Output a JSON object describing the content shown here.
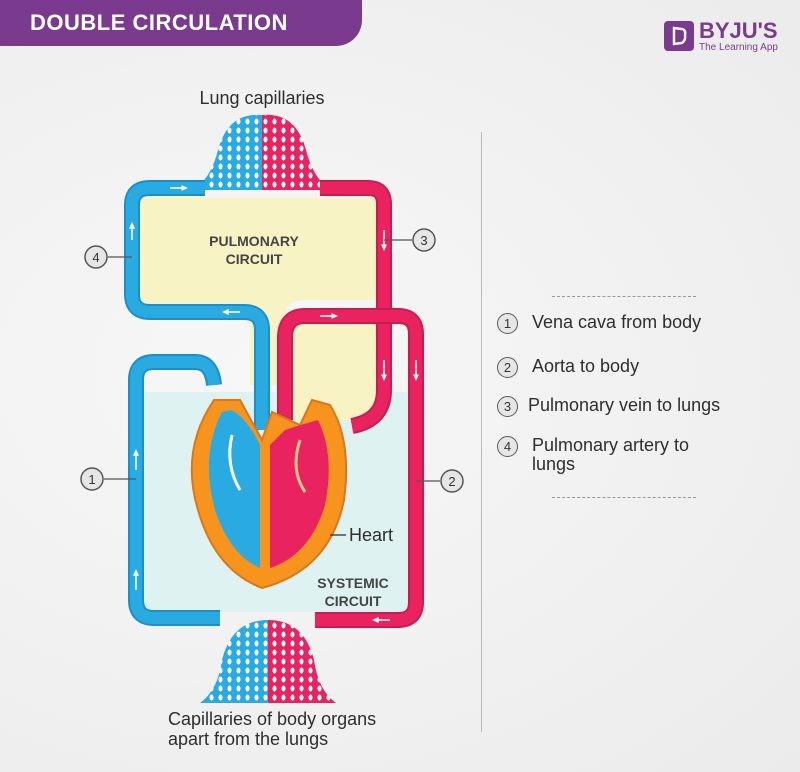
{
  "title": "DOUBLE CIRCULATION",
  "brand": {
    "name": "BYJU'S",
    "tagline": "The Learning App",
    "color": "#7a3b8f"
  },
  "colors": {
    "deoxygenated": "#29abe2",
    "oxygenated": "#e8235f",
    "pulmonary_region": "#f8f3c5",
    "systemic_region": "#def2f2",
    "heart_outer": "#f7941d"
  },
  "labels": {
    "lung_capillaries": "Lung capillaries",
    "pulmonary_circuit_line1": "PULMONARY",
    "pulmonary_circuit_line2": "CIRCUIT",
    "systemic_circuit_line1": "SYSTEMIC",
    "systemic_circuit_line2": "CIRCUIT",
    "heart": "Heart",
    "body_capillaries_line1": "Capillaries of body organs",
    "body_capillaries_line2": "apart from the lungs"
  },
  "callouts": [
    "1",
    "2",
    "3",
    "4"
  ],
  "legend": [
    {
      "num": "1",
      "text": "Vena cava from body"
    },
    {
      "num": "2",
      "text": "Aorta to body"
    },
    {
      "num": "3",
      "text": "Pulmonary vein to lungs"
    },
    {
      "num": "4",
      "text": "Pulmonary artery to lungs"
    }
  ]
}
